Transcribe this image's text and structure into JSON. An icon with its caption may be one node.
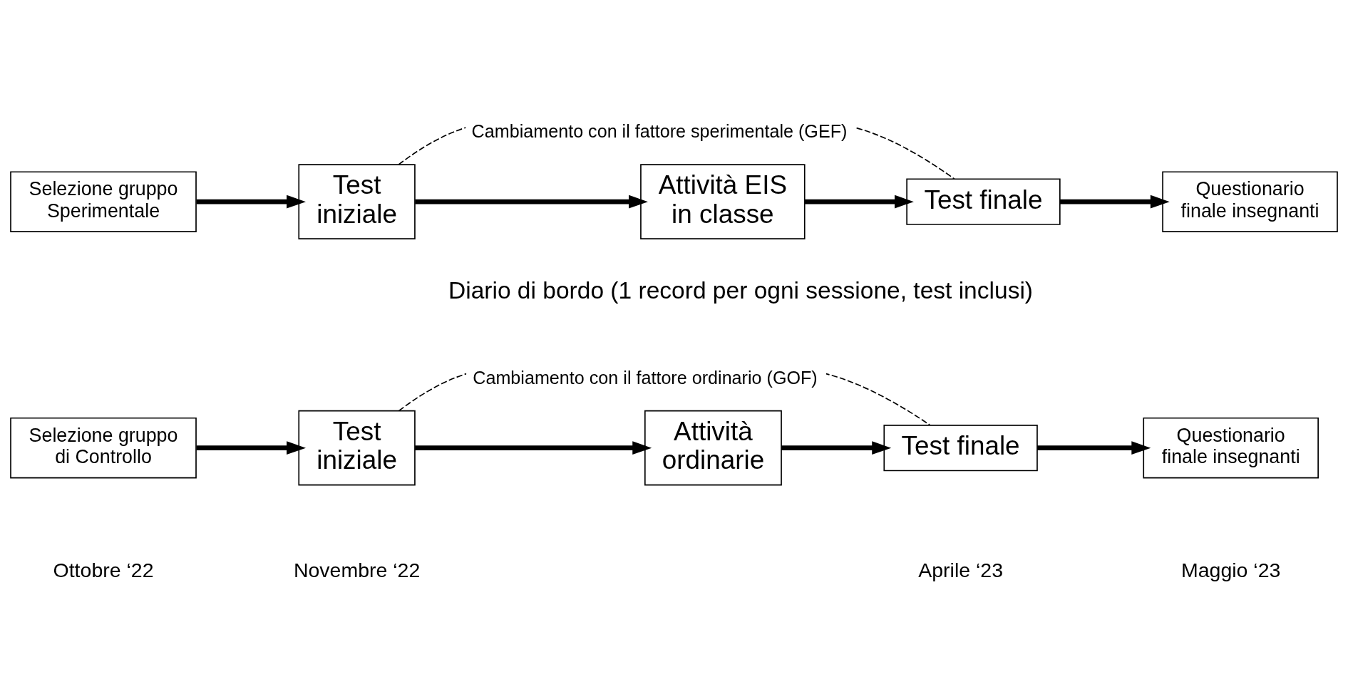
{
  "diagram": {
    "nodes": [
      {
        "text": [
          "Selezione gruppo Sperimentale"
        ]
      },
      {
        "text": [
          "Test iniziale"
        ]
      },
      {
        "text": [
          "Attività EIS in classe"
        ]
      },
      {
        "text": [
          "Test finale"
        ]
      },
      {
        "text": [
          "Questionario finale insegnanti"
        ]
      },
      {
        "text": [
          "Selezione gruppo di Controllo"
        ]
      },
      {
        "text": [
          "Test iniziale"
        ]
      },
      {
        "text": [
          "Attività ordinarie"
        ]
      },
      {
        "text": [
          "Test finale"
        ]
      },
      {
        "text": [
          "Questionario finale insegnanti"
        ]
      }
    ],
    "edges": [
      {
        "from": 0,
        "to": 1,
        "arrow": "to"
      },
      {
        "from": 1,
        "to": 2,
        "arrow": "to"
      },
      {
        "from": 2,
        "to": 3,
        "arrow": "to"
      },
      {
        "from": 3,
        "to": 4,
        "arrow": "to"
      },
      {
        "from": 1,
        "to": 3,
        "arrow": "none",
        "style": "dashed",
        "label": "Cambiamento con il fattore sperimentale (GEF)"
      },
      {
        "from": 5,
        "to": 6,
        "arrow": "to"
      },
      {
        "from": 6,
        "to": 7,
        "arrow": "to"
      },
      {
        "from": 7,
        "to": 8,
        "arrow": "to"
      },
      {
        "from": 8,
        "to": 9,
        "arrow": "to"
      },
      {
        "from": 6,
        "to": 8,
        "arrow": "none",
        "style": "dashed",
        "label": "Cambiamento con il fattore ordinario (GOF)"
      }
    ],
    "labels": [
      "Diario di bordo (1 record per ogni sessione, test inclusi)",
      "Ottobre ‘22",
      "Novembre ‘22",
      "Aprile ‘23",
      "Maggio ‘23"
    ]
  }
}
